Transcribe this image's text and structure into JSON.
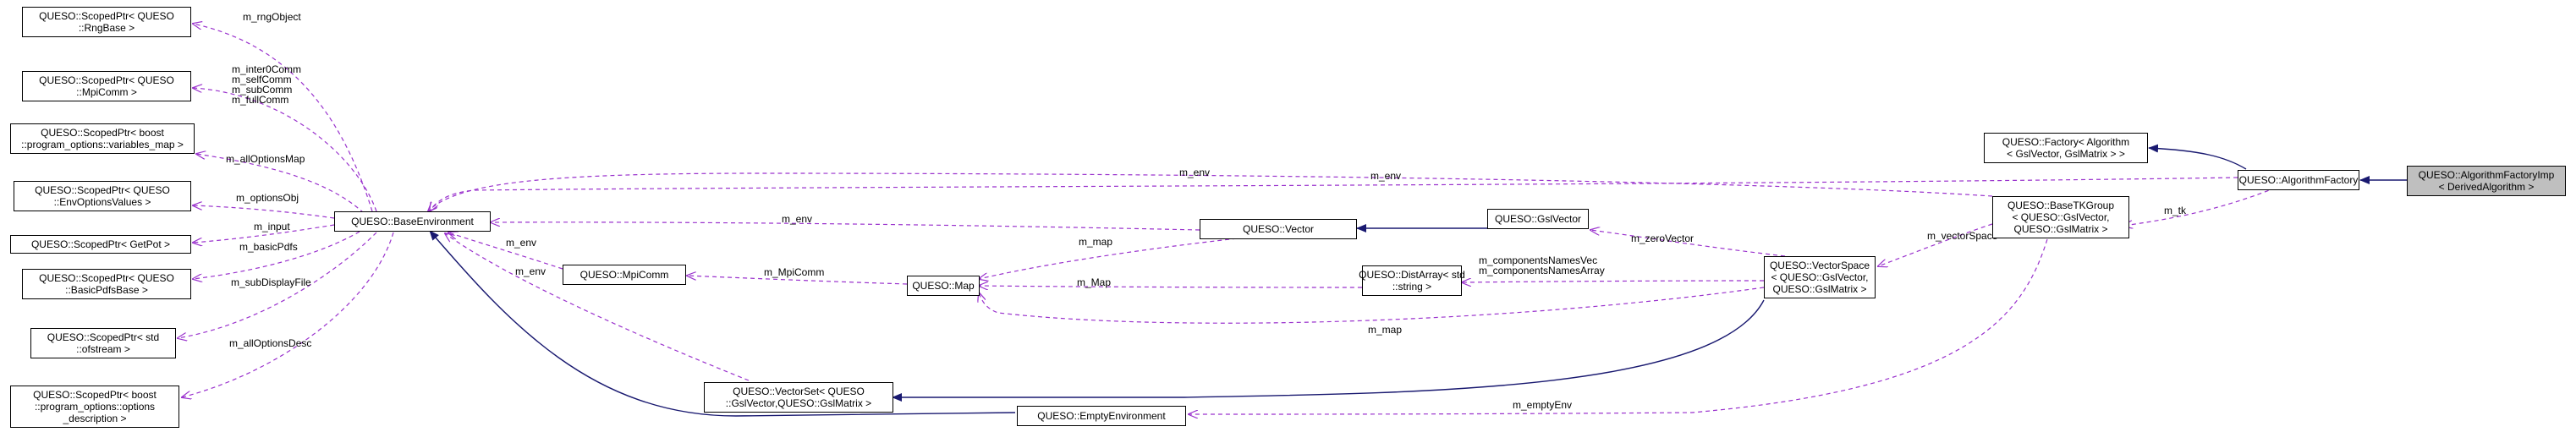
{
  "diagram": {
    "title": "",
    "colors": {
      "inheritance": "#191970",
      "usage": "#9a32cd",
      "focus_fill": "#bfbfbf",
      "node_border": "#000000"
    },
    "nodes": [
      {
        "id": "rng",
        "lines": [
          "QUESO::ScopedPtr< QUESO",
          "::RngBase >"
        ]
      },
      {
        "id": "mpicommsp",
        "lines": [
          "QUESO::ScopedPtr< QUESO",
          "::MpiComm >"
        ]
      },
      {
        "id": "vmap",
        "lines": [
          "QUESO::ScopedPtr< boost",
          "::program_options::variables_map >"
        ]
      },
      {
        "id": "envopt",
        "lines": [
          "QUESO::ScopedPtr< QUESO",
          "::EnvOptionsValues >"
        ]
      },
      {
        "id": "getpot",
        "lines": [
          "QUESO::ScopedPtr< GetPot >"
        ]
      },
      {
        "id": "pdfs",
        "lines": [
          "QUESO::ScopedPtr< QUESO",
          "::BasicPdfsBase >"
        ]
      },
      {
        "id": "ofstream",
        "lines": [
          "QUESO::ScopedPtr< std",
          "::ofstream >"
        ]
      },
      {
        "id": "optdesc",
        "lines": [
          "QUESO::ScopedPtr< boost",
          "::program_options::options",
          "_description >"
        ]
      },
      {
        "id": "baseenv",
        "lines": [
          "QUESO::BaseEnvironment"
        ]
      },
      {
        "id": "mpicomm",
        "lines": [
          "QUESO::MpiComm"
        ]
      },
      {
        "id": "map",
        "lines": [
          "QUESO::Map"
        ]
      },
      {
        "id": "vector",
        "lines": [
          "QUESO::Vector"
        ]
      },
      {
        "id": "vectorset",
        "lines": [
          "QUESO::VectorSet< QUESO",
          "::GslVector,QUESO::GslMatrix >"
        ]
      },
      {
        "id": "emptyenv",
        "lines": [
          "QUESO::EmptyEnvironment"
        ]
      },
      {
        "id": "gslvector",
        "lines": [
          "QUESO::GslVector"
        ]
      },
      {
        "id": "distarray",
        "lines": [
          "QUESO::DistArray< std",
          "::string >"
        ]
      },
      {
        "id": "vspace",
        "lines": [
          "QUESO::VectorSpace",
          "< QUESO::GslVector,",
          "QUESO::GslMatrix >"
        ]
      },
      {
        "id": "tkgroup",
        "lines": [
          "QUESO::BaseTKGroup",
          "< QUESO::GslVector,",
          "QUESO::GslMatrix >"
        ]
      },
      {
        "id": "factory",
        "lines": [
          "QUESO::Factory< Algorithm",
          "< GslVector, GslMatrix > >"
        ]
      },
      {
        "id": "algfactory",
        "lines": [
          "QUESO::AlgorithmFactory"
        ]
      },
      {
        "id": "algimp",
        "lines": [
          "QUESO::AlgorithmFactoryImp",
          "< DerivedAlgorithm >"
        ]
      }
    ],
    "edge_labels": {
      "rng": "m_rngObject",
      "mpicommsp": [
        "m_inter0Comm",
        "m_selfComm",
        "m_subComm",
        "m_fullComm"
      ],
      "vmap": "m_allOptionsMap",
      "envopt": "m_optionsObj",
      "getpot": "m_input",
      "pdfs": "m_basicPdfs",
      "ofstream": "m_subDisplayFile",
      "optdesc": "m_allOptionsDesc",
      "env_algfactory": "m_env",
      "env_tkgroup": "m_env",
      "env_vector": "m_env",
      "env_mpicomm": "m_env",
      "env_vectorset": "m_env",
      "mpicomm_map": "m_MpiComm",
      "map_vector": "m_map",
      "map_distarray": "m_Map",
      "map_vspace": "m_map",
      "gslvector_vspace": "m_zeroVector",
      "distarray_vspace": [
        "m_componentsNamesVec",
        "m_componentsNamesArray"
      ],
      "vspace_tkgroup": "m_vectorSpace",
      "tkgroup_algfactory": "m_tk",
      "emptyenv_tkgroup": "m_emptyEnv"
    }
  }
}
